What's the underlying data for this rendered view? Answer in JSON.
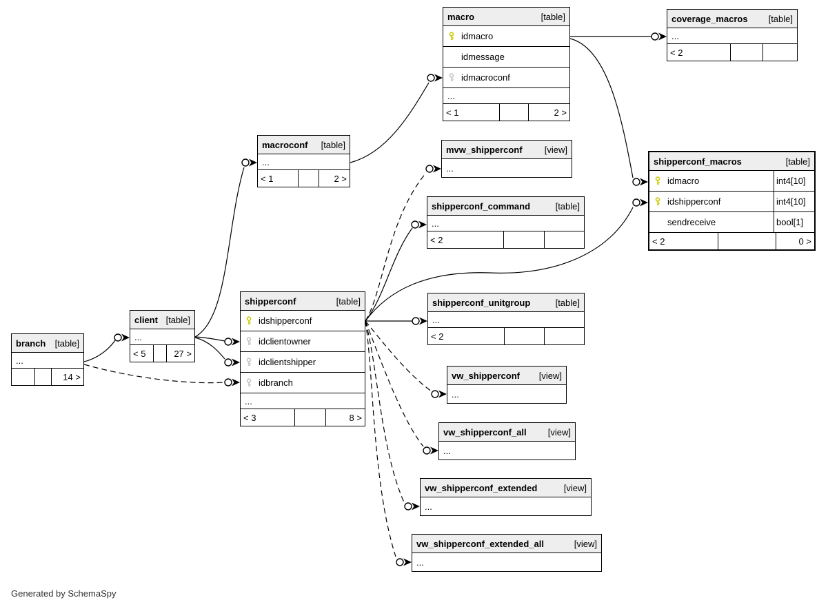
{
  "diagram_note": "Generated by SchemaSpy",
  "colors": {
    "primary_key": "#cbcb00",
    "foreign_key": "#c4c4c4",
    "header_bg": "#eeeeee",
    "relation": "#000000"
  },
  "entities": {
    "branch": {
      "name": "branch",
      "kind": "[table]",
      "columns": [
        {
          "name": "..."
        }
      ],
      "footer": [
        "",
        "",
        "14 >"
      ]
    },
    "client": {
      "name": "client",
      "kind": "[table]",
      "columns": [
        {
          "name": "..."
        }
      ],
      "footer": [
        "< 5",
        "",
        "27 >"
      ]
    },
    "shipperconf": {
      "name": "shipperconf",
      "kind": "[table]",
      "columns": [
        {
          "name": "idshipperconf",
          "key": "primary"
        },
        {
          "name": "idclientowner",
          "key": "foreign"
        },
        {
          "name": "idclientshipper",
          "key": "foreign"
        },
        {
          "name": "idbranch",
          "key": "foreign"
        },
        {
          "name": "..."
        }
      ],
      "footer": [
        "< 3",
        "",
        "8 >"
      ]
    },
    "macroconf": {
      "name": "macroconf",
      "kind": "[table]",
      "columns": [
        {
          "name": "..."
        }
      ],
      "footer": [
        "< 1",
        "",
        "2 >"
      ]
    },
    "macro": {
      "name": "macro",
      "kind": "[table]",
      "columns": [
        {
          "name": "idmacro",
          "key": "primary"
        },
        {
          "name": "idmessage"
        },
        {
          "name": "idmacroconf",
          "key": "foreign"
        },
        {
          "name": "..."
        }
      ],
      "footer": [
        "< 1",
        "",
        "2 >"
      ]
    },
    "coverage_macros": {
      "name": "coverage_macros",
      "kind": "[table]",
      "columns": [
        {
          "name": "..."
        }
      ],
      "footer": [
        "< 2",
        "",
        ""
      ]
    },
    "mvw_shipperconf": {
      "name": "mvw_shipperconf",
      "kind": "[view]",
      "columns": [
        {
          "name": "..."
        }
      ]
    },
    "shipperconf_command": {
      "name": "shipperconf_command",
      "kind": "[table]",
      "columns": [
        {
          "name": "..."
        }
      ],
      "footer": [
        "< 2",
        "",
        ""
      ]
    },
    "shipperconf_macros": {
      "name": "shipperconf_macros",
      "kind": "[table]",
      "columns": [
        {
          "name": "idmacro",
          "type": "int4[10]",
          "key": "primary"
        },
        {
          "name": "idshipperconf",
          "type": "int4[10]",
          "key": "primary"
        },
        {
          "name": "sendreceive",
          "type": "bool[1]"
        }
      ],
      "footer": [
        "< 2",
        "",
        "0 >"
      ]
    },
    "shipperconf_unitgroup": {
      "name": "shipperconf_unitgroup",
      "kind": "[table]",
      "columns": [
        {
          "name": "..."
        }
      ],
      "footer": [
        "< 2",
        "",
        ""
      ]
    },
    "vw_shipperconf": {
      "name": "vw_shipperconf",
      "kind": "[view]",
      "columns": [
        {
          "name": "..."
        }
      ]
    },
    "vw_shipperconf_all": {
      "name": "vw_shipperconf_all",
      "kind": "[view]",
      "columns": [
        {
          "name": "..."
        }
      ]
    },
    "vw_shipperconf_extended": {
      "name": "vw_shipperconf_extended",
      "kind": "[view]",
      "columns": [
        {
          "name": "..."
        }
      ]
    },
    "vw_shipperconf_extended_all": {
      "name": "vw_shipperconf_extended_all",
      "kind": "[view]",
      "columns": [
        {
          "name": "..."
        }
      ]
    }
  }
}
